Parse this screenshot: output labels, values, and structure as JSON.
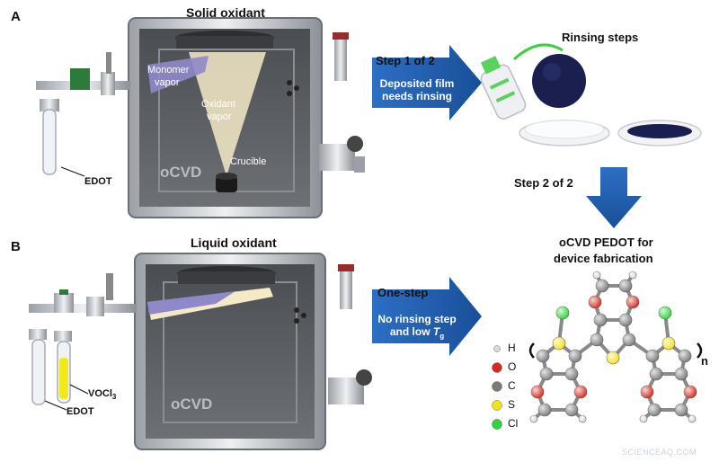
{
  "panels": {
    "a": {
      "letter": "A",
      "title": "Solid oxidant",
      "monomer_vapor_l1": "Monomer",
      "monomer_vapor_l2": "vapor",
      "oxidant_vapor_l1": "Oxidant",
      "oxidant_vapor_l2": "vapor",
      "crucible": "Crucible",
      "ocvd": "oCVD",
      "edot": "EDOT"
    },
    "b": {
      "letter": "B",
      "title": "Liquid oxidant",
      "ocvd": "oCVD",
      "edot": "EDOT",
      "vocl3_main": "VOCl",
      "vocl3_sub": "3"
    }
  },
  "rinsing": {
    "title": "Rinsing steps",
    "step1_label": "Step 1 of 2",
    "step1_text_l1": "Deposited film",
    "step1_text_l2": "needs rinsing",
    "step2_label": "Step 2 of 2"
  },
  "result": {
    "title_l1": "oCVD PEDOT for",
    "title_l2": "device fabrication"
  },
  "onestep": {
    "label": "One-step",
    "text_l1": "No rinsing step",
    "text_l2_prefix": "and low ",
    "text_l2_var": "T",
    "text_l2_sub": "g"
  },
  "legend": [
    {
      "symbol": "H",
      "color": "#d9d9d9"
    },
    {
      "symbol": "O",
      "color": "#d62a1e"
    },
    {
      "symbol": "C",
      "color": "#7a7a7a"
    },
    {
      "symbol": "S",
      "color": "#f2e21a"
    },
    {
      "symbol": "Cl",
      "color": "#2fd43a"
    }
  ],
  "molecule": {
    "subscript": "n"
  },
  "watermark": "SCIENCEAQ.COM",
  "colors": {
    "arrow_blue": "#1f5fb0",
    "film_dark": "#1b1f4f",
    "vapor_yellow": "#f4eac8",
    "monomer_purple": "#8f88c9"
  }
}
